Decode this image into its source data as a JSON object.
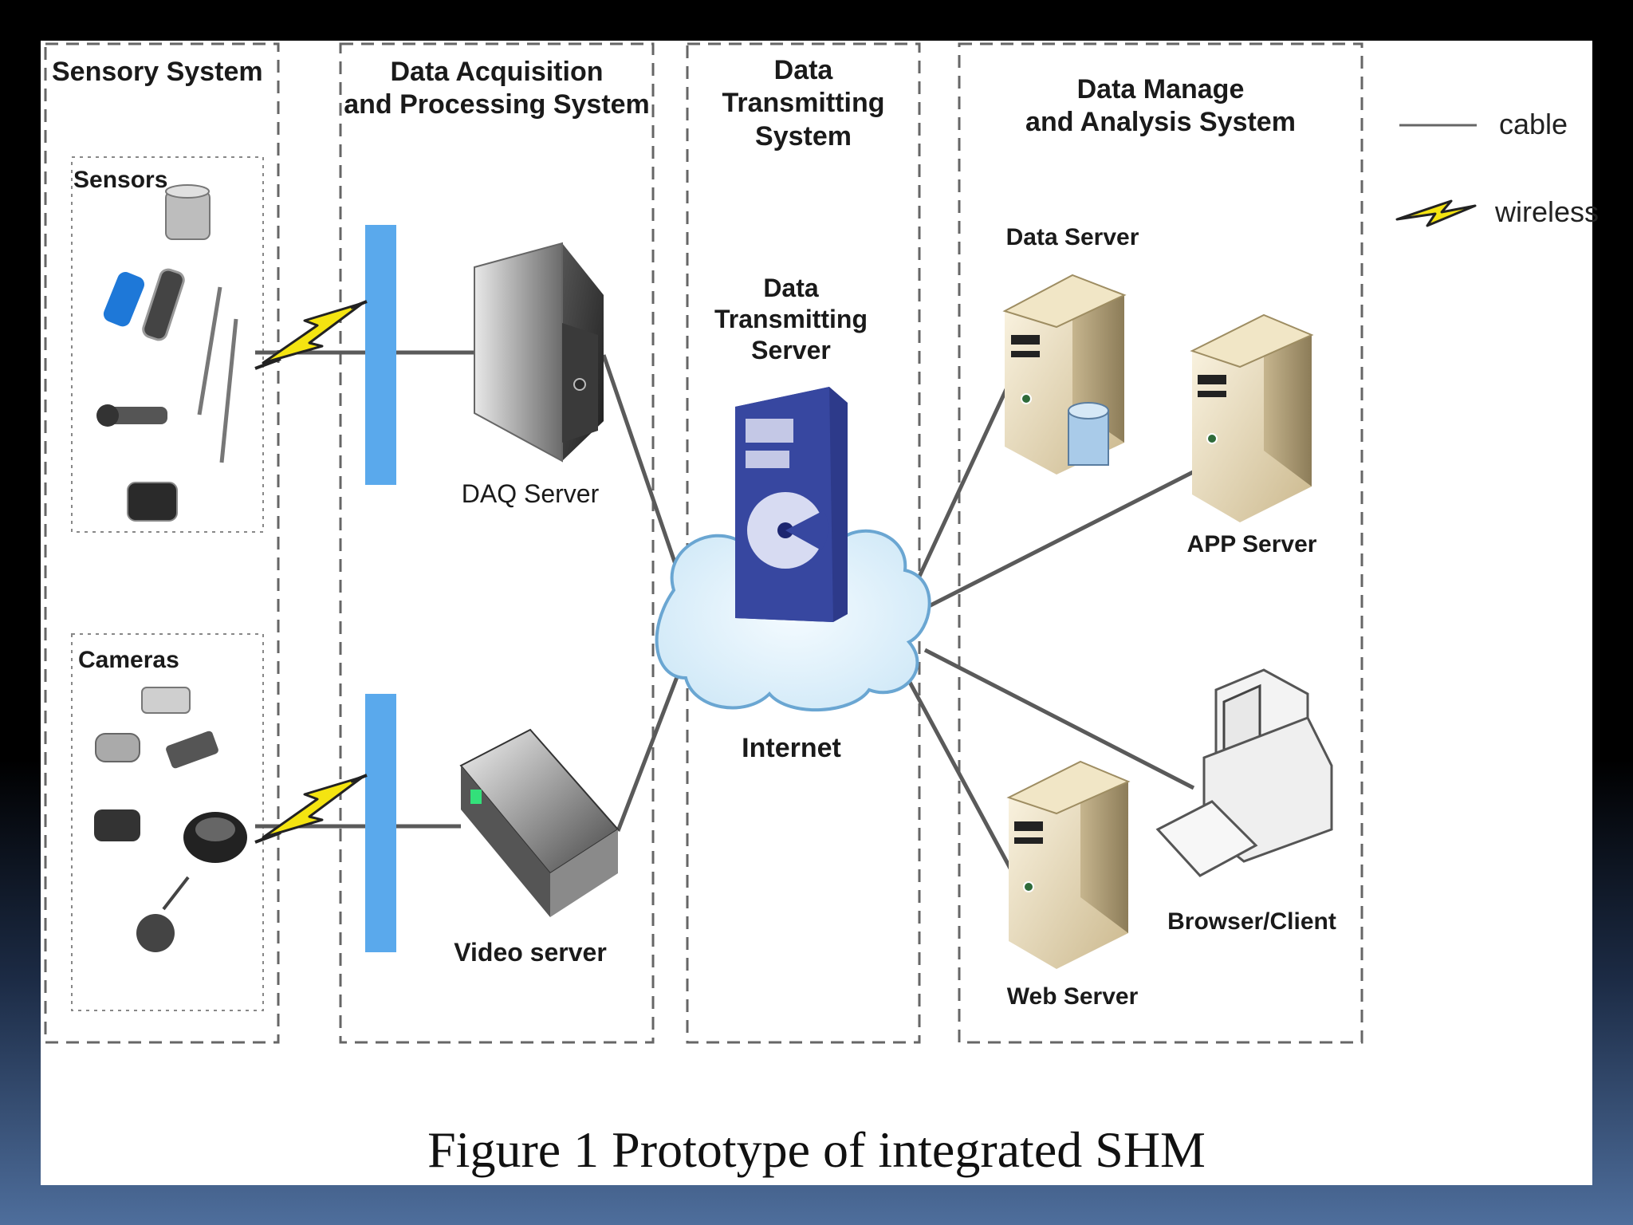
{
  "figure": {
    "caption": "Figure 1 Prototype of integrated SHM"
  },
  "legend": {
    "cable_label": "cable",
    "wireless_label": "wireless"
  },
  "groups": {
    "sensory": {
      "title": "Sensory System",
      "sensors_title": "Sensors",
      "cameras_title": "Cameras"
    },
    "acquisition": {
      "title": "Data Acquisition\nand Processing System",
      "daq_server": "DAQ Server",
      "video_server": "Video server"
    },
    "transmitting": {
      "title": "Data\nTransmitting\nSystem",
      "server": "Data\nTransmitting\nServer",
      "internet": "Internet"
    },
    "manage": {
      "title": "Data Manage\nand Analysis System",
      "data_server": "Data Server",
      "app_server": "APP Server",
      "web_server": "Web Server",
      "client": "Browser/Client"
    }
  },
  "colors": {
    "hub_blue": "#5aa9ec",
    "cloud_fill": "#dff0fb",
    "cloud_stroke": "#6aa6d2",
    "tx_server_blue": "#3747a0",
    "tower_beige": "#d9c8a4",
    "daq_gray": "#7a7a7a",
    "bolt_yellow": "#f4e411"
  }
}
